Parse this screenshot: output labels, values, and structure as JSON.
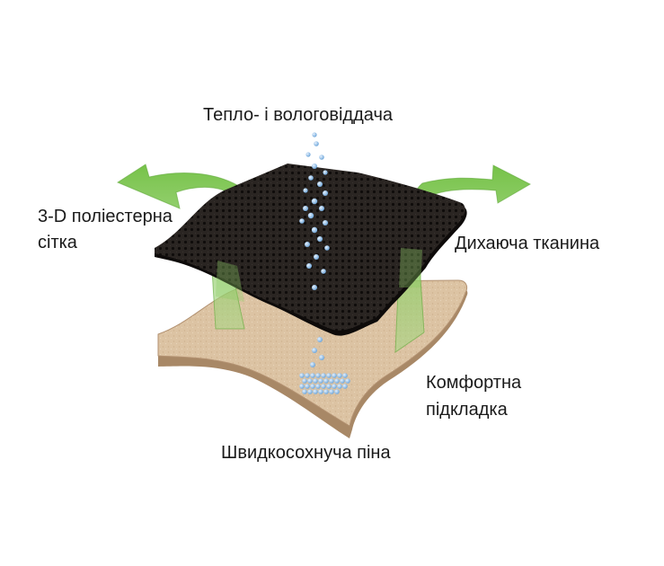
{
  "labels": {
    "heat_moisture": "Тепло- і вологовіддача",
    "mesh_line1": "3-D поліестерна",
    "mesh_line2": "сітка",
    "breathable_fabric": "Дихаюча тканина",
    "comfort_line1": "Комфортна",
    "comfort_line2": "підкладка",
    "quick_dry_foam": "Швидкосохнуча піна"
  },
  "colors": {
    "mesh_fabric": "#2a2522",
    "foam": "#dcc3a3",
    "foam_edge": "#a88866",
    "arrow_green": "#6fbf3f",
    "droplet_blue": "#7fb2e0"
  },
  "icons": {
    "left_arrow": "green-curved-arrow-icon",
    "right_arrow": "green-curved-arrow-icon",
    "droplets": "water-droplet-icon"
  }
}
